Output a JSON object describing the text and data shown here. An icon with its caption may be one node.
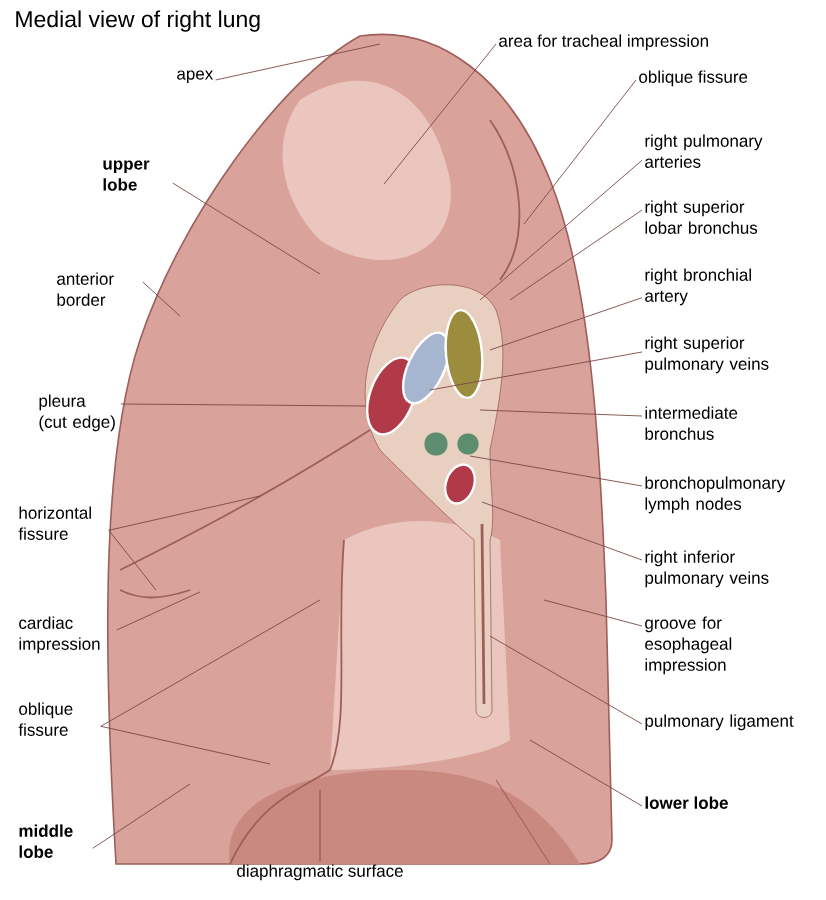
{
  "diagram": {
    "title": "Medial view of right lung",
    "nodes": [
      {
        "text": [
          "apex"
        ]
      },
      {
        "text": [
          "area for tracheal impression"
        ]
      },
      {
        "text": [
          "oblique fissure"
        ]
      },
      {
        "text": [
          "right pulmonary arteries"
        ]
      },
      {
        "text": [
          "right superior lobar bronchus"
        ]
      },
      {
        "text": [
          "right bronchial artery"
        ]
      },
      {
        "text": [
          "upper lobe"
        ]
      },
      {
        "text": [
          "anterior border"
        ]
      },
      {
        "text": [
          "right superior pulmonary veins"
        ]
      },
      {
        "text": [
          "pleura (cut edge)"
        ]
      },
      {
        "text": [
          "intermediate bronchus"
        ]
      },
      {
        "text": [
          "bronchopulmonary lymph nodes"
        ]
      },
      {
        "text": [
          "horizontal fissure"
        ]
      },
      {
        "text": [
          "right inferior pulmonary veins"
        ]
      },
      {
        "text": [
          "cardiac impression"
        ]
      },
      {
        "text": [
          "groove for esophageal impression"
        ]
      },
      {
        "text": [
          "oblique fissure"
        ]
      },
      {
        "text": [
          "pulmonary ligament"
        ]
      },
      {
        "text": [
          "middle lobe"
        ]
      },
      {
        "text": [
          "lower lobe"
        ]
      },
      {
        "text": [
          "diaphragmatic surface"
        ]
      }
    ],
    "edges": [
      {
        "from": 0,
        "to": null,
        "arrow": "none"
      },
      {
        "from": 1,
        "to": null,
        "arrow": "none"
      },
      {
        "from": 2,
        "to": null,
        "arrow": "none"
      },
      {
        "from": 3,
        "to": null,
        "arrow": "none"
      },
      {
        "from": 4,
        "to": null,
        "arrow": "none"
      },
      {
        "from": 5,
        "to": null,
        "arrow": "none"
      },
      {
        "from": 6,
        "to": null,
        "arrow": "none"
      },
      {
        "from": 7,
        "to": null,
        "arrow": "none"
      },
      {
        "from": 8,
        "to": null,
        "arrow": "none"
      },
      {
        "from": 9,
        "to": null,
        "arrow": "none"
      },
      {
        "from": 10,
        "to": null,
        "arrow": "none"
      },
      {
        "from": 11,
        "to": null,
        "arrow": "none"
      },
      {
        "from": 12,
        "to": null,
        "arrow": "none"
      },
      {
        "from": 12,
        "to": null,
        "arrow": "none"
      },
      {
        "from": 13,
        "to": null,
        "arrow": "none"
      },
      {
        "from": 14,
        "to": null,
        "arrow": "none"
      },
      {
        "from": 15,
        "to": null,
        "arrow": "none"
      },
      {
        "from": 16,
        "to": null,
        "arrow": "none"
      },
      {
        "from": 16,
        "to": null,
        "arrow": "none"
      },
      {
        "from": 17,
        "to": null,
        "arrow": "none"
      },
      {
        "from": 18,
        "to": null,
        "arrow": "none"
      },
      {
        "from": 19,
        "to": null,
        "arrow": "none"
      },
      {
        "from": 20,
        "to": null,
        "arrow": "none"
      }
    ]
  }
}
